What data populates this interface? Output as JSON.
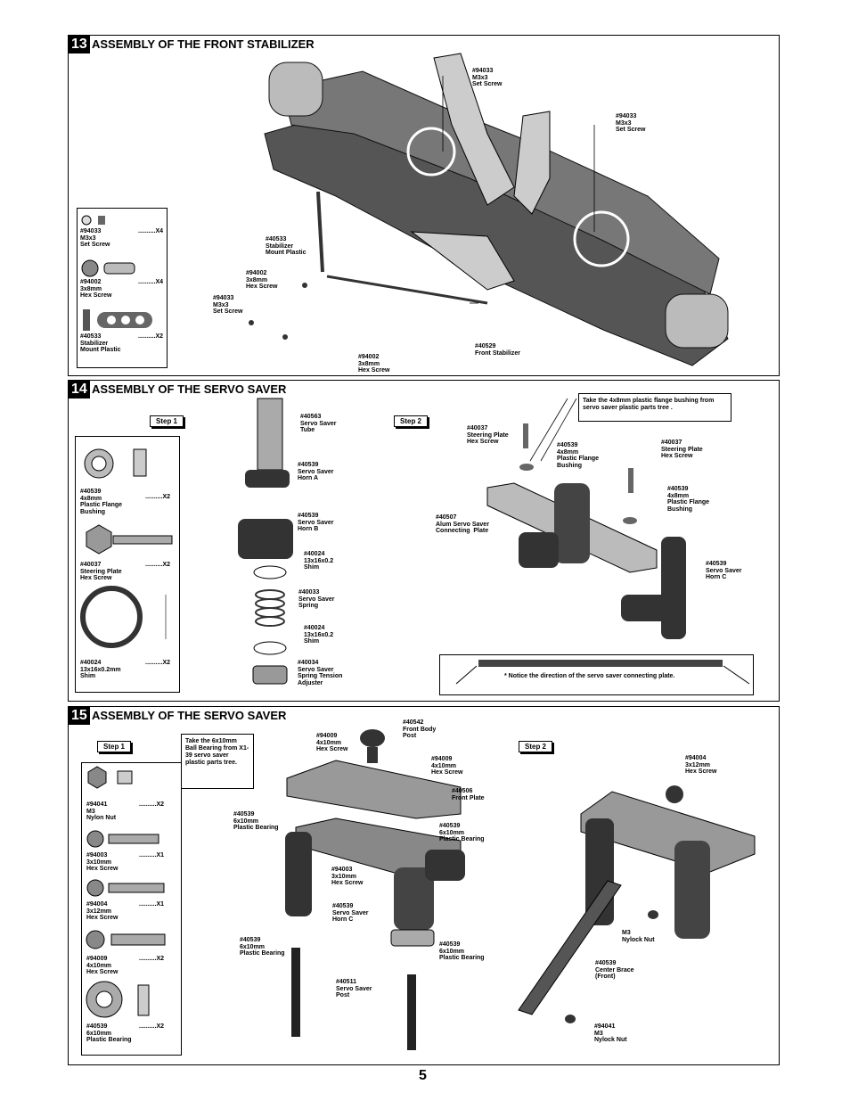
{
  "page_number": "5",
  "sections": {
    "s13": {
      "number": "13",
      "title": "ASSEMBLY OF THE FRONT STABILIZER",
      "parts": [
        {
          "code": "#94033",
          "name1": "M3x3",
          "name2": "Set Screw",
          "qty": "..........X4"
        },
        {
          "code": "#94002",
          "name1": "3x8mm",
          "name2": "Hex Screw",
          "qty": "..........X4"
        },
        {
          "code": "#40533",
          "name1": "Stabilizer",
          "name2": "Mount Plastic",
          "qty": "..........X2"
        }
      ],
      "callouts": {
        "c1": [
          "#94033",
          "M3x3",
          "Set Screw"
        ],
        "c2": [
          "#94033",
          "M3x3",
          "Set Screw"
        ],
        "c3": [
          "#40533",
          "Stabilizer",
          "Mount Plastic"
        ],
        "c4": [
          "#94002",
          "3x8mm",
          "Hex Screw"
        ],
        "c5": [
          "#94033",
          "M3x3",
          "Set Screw"
        ],
        "c6": [
          "#40529",
          "Front Stabilizer"
        ],
        "c7": [
          "#94002",
          "3x8mm",
          "Hex Screw"
        ]
      }
    },
    "s14": {
      "number": "14",
      "title": "ASSEMBLY OF THE SERVO SAVER",
      "step1": "Step 1",
      "step2": "Step 2",
      "parts": [
        {
          "code": "#40539",
          "name1": "4x8mm",
          "name2": "Plastic Flange",
          "name3": "Bushing",
          "qty": "..........X2"
        },
        {
          "code": "#40037",
          "name1": "Steering Plate",
          "name2": "Hex Screw",
          "name3": "",
          "qty": "..........X2"
        },
        {
          "code": "#40024",
          "name1": "13x16x0.2mm",
          "name2": "Shim",
          "name3": "",
          "qty": "..........X2"
        }
      ],
      "callouts": {
        "a1": [
          "#40563",
          "Servo Saver",
          "Tube"
        ],
        "a2": [
          "#40539",
          "Servo Saver",
          "Horn A"
        ],
        "a3": [
          "#40539",
          "Servo Saver",
          "Horn B"
        ],
        "a4": [
          "#40024",
          "13x16x0.2",
          "Shim"
        ],
        "a5": [
          "#40033",
          "Servo Saver",
          "Spring"
        ],
        "a6": [
          "#40024",
          "13x16x0.2",
          "Shim"
        ],
        "a7": [
          "#40034",
          "Servo Saver",
          "Spring Tension",
          "Adjuster"
        ],
        "b1": [
          "#40037",
          "Steering Plate",
          "Hex Screw"
        ],
        "b2": [
          "#40539",
          "4x8mm",
          "Plastic Flange",
          "Bushing"
        ],
        "b3": [
          "#40037",
          "Steering Plate",
          "Hex Screw"
        ],
        "b4": [
          "#40539",
          "4x8mm",
          "Plastic Flange",
          "Bushing"
        ],
        "b5": [
          "#40507",
          "Alum Servo Saver",
          "Connecting  Plate"
        ],
        "b6": [
          "#40539",
          "Servo Saver",
          "Horn C"
        ]
      },
      "note_top": "Take the 4x8mm plastic flange bushing from servo saver plastic parts tree .",
      "note_bottom": "* Notice the direction of the servo saver connecting plate."
    },
    "s15": {
      "number": "15",
      "title": "ASSEMBLY OF THE SERVO SAVER",
      "step1": "Step 1",
      "step2": "Step 2",
      "parts": [
        {
          "code": "#94041",
          "name1": "M3",
          "name2": "Nylon Nut",
          "qty": "..........X2"
        },
        {
          "code": "#94003",
          "name1": "3x10mm",
          "name2": "Hex Screw",
          "qty": "..........X1"
        },
        {
          "code": "#94004",
          "name1": "3x12mm",
          "name2": "Hex Screw",
          "qty": "..........X1"
        },
        {
          "code": "#94009",
          "name1": "4x10mm",
          "name2": "Hex Screw",
          "qty": "..........X2"
        },
        {
          "code": "#40539",
          "name1": "6x10mm",
          "name2": "Plastic Bearing",
          "qty": "..........X2"
        }
      ],
      "note": "Take the 6x10mm Ball Bearing from X1-39 servo saver plastic  parts tree.",
      "callouts": {
        "d1": [
          "#94009",
          "4x10mm",
          "Hex Screw"
        ],
        "d2": [
          "#40542",
          "Front Body",
          "Post"
        ],
        "d3": [
          "#94009",
          "4x10mm",
          "Hex Screw"
        ],
        "d4": [
          "#40506",
          "Front Plate"
        ],
        "d5": [
          "#40539",
          "6x10mm",
          "Plastic Bearing"
        ],
        "d6": [
          "#40539",
          "6x10mm",
          "Plastic Bearing"
        ],
        "d7": [
          "#94003",
          "3x10mm",
          "Hex Screw"
        ],
        "d8": [
          "#40539",
          "Servo Saver",
          "Horn C"
        ],
        "d9": [
          "#40539",
          "6x10mm",
          "Plastic Bearing"
        ],
        "d10": [
          "#40539",
          "6x10mm",
          "Plastic Bearing"
        ],
        "d11": [
          "#40511",
          "Servo Saver",
          "Post"
        ],
        "e1": [
          "#94004",
          "3x12mm",
          "Hex Screw"
        ],
        "e2": [
          "M3",
          "Nylock Nut"
        ],
        "e3": [
          "#40539",
          "Center Brace",
          "(Front)"
        ],
        "e4": [
          "#94041",
          "M3",
          "Nylock Nut"
        ]
      }
    }
  }
}
